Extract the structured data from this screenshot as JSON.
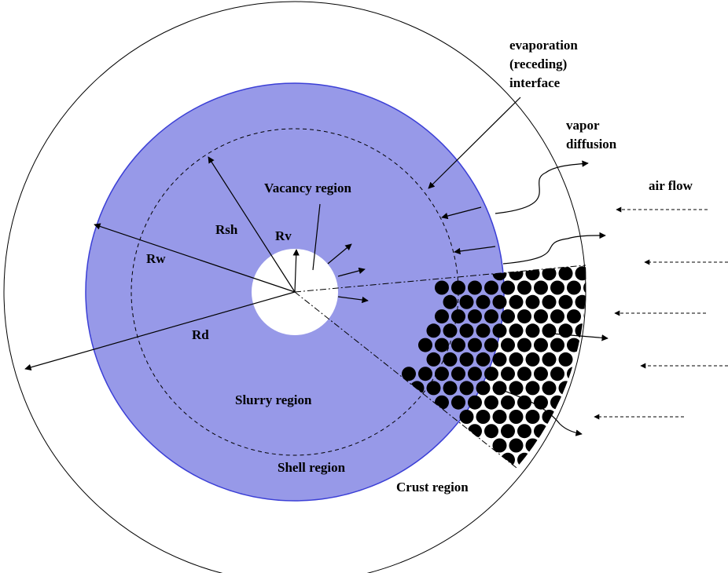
{
  "labels": {
    "evaporation_line1": "evaporation",
    "evaporation_line2": "(receding)",
    "evaporation_line3": "interface",
    "vapor_line1": "vapor",
    "vapor_line2": "diffusion",
    "air_flow": "air flow",
    "vacancy_region": "Vacancy region",
    "slurry_region": "Slurry region",
    "shell_region": "Shell region",
    "crust_region": "Crust region",
    "rsh": "Rsh",
    "rv": "Rv",
    "rw": "Rw",
    "rd": "Rd"
  },
  "colors": {
    "shell_fill": "#9799e8",
    "shell_edge": "#3b3fd6",
    "vacancy_fill": "#ffffff",
    "particle": "#000000",
    "line": "#000000"
  }
}
